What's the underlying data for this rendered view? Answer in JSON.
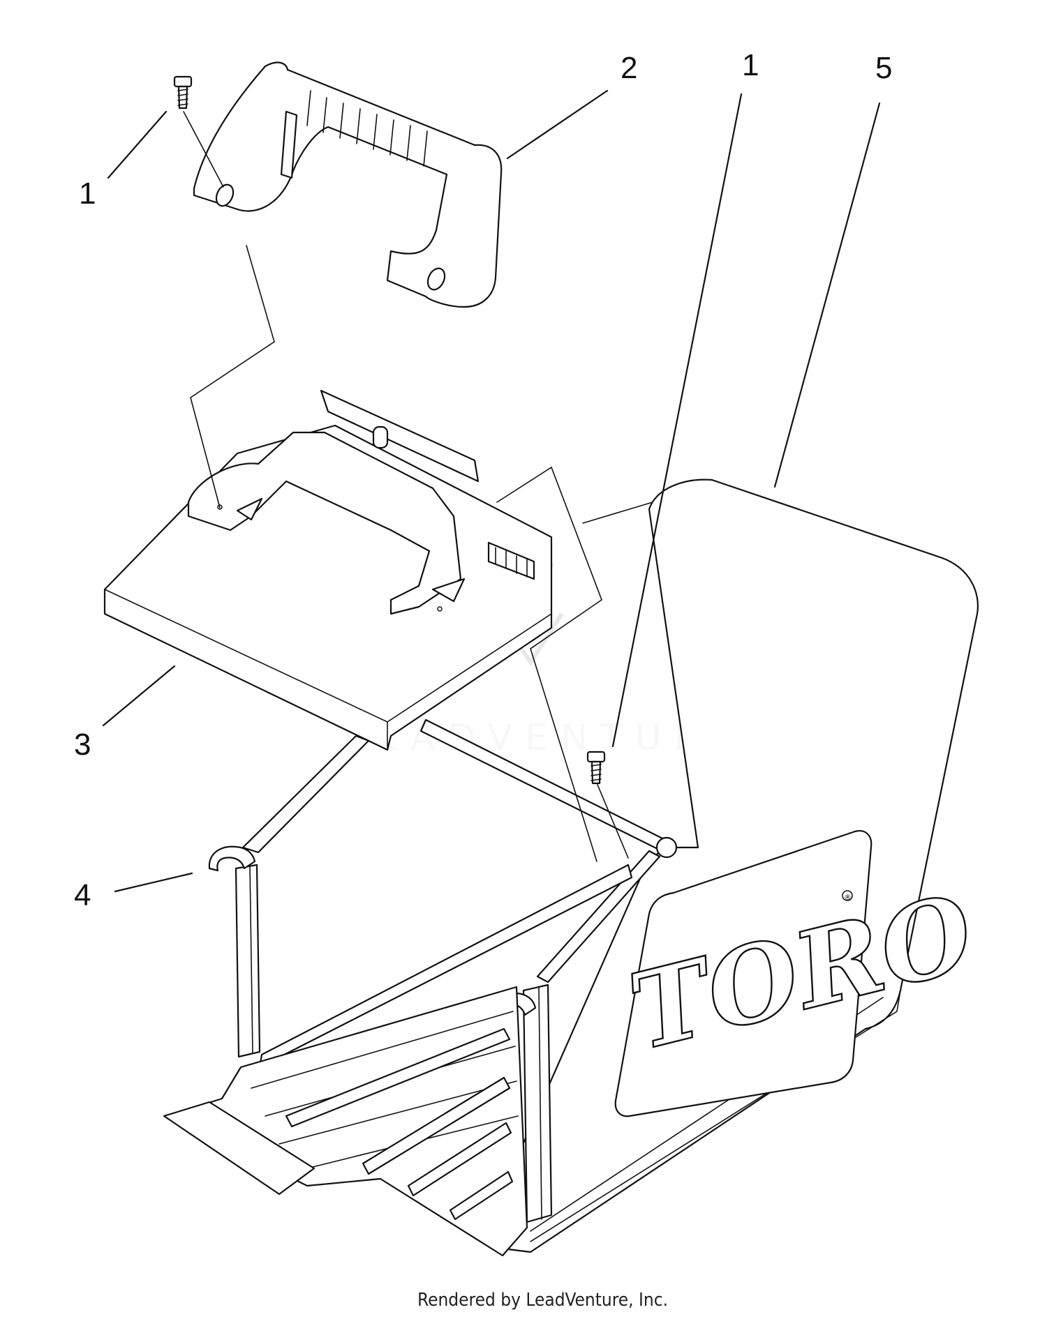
{
  "callouts": [
    {
      "id": "screw-left",
      "label": "1"
    },
    {
      "id": "handle",
      "label": "2"
    },
    {
      "id": "screw-right",
      "label": "1"
    },
    {
      "id": "bag",
      "label": "5"
    },
    {
      "id": "top-cover",
      "label": "3"
    },
    {
      "id": "frame",
      "label": "4"
    }
  ],
  "brand_logo": {
    "text": "TORO",
    "registered": "®"
  },
  "watermark": {
    "text": "LEADVENTURE"
  },
  "footer": {
    "text": "Rendered by LeadVenture, Inc."
  }
}
